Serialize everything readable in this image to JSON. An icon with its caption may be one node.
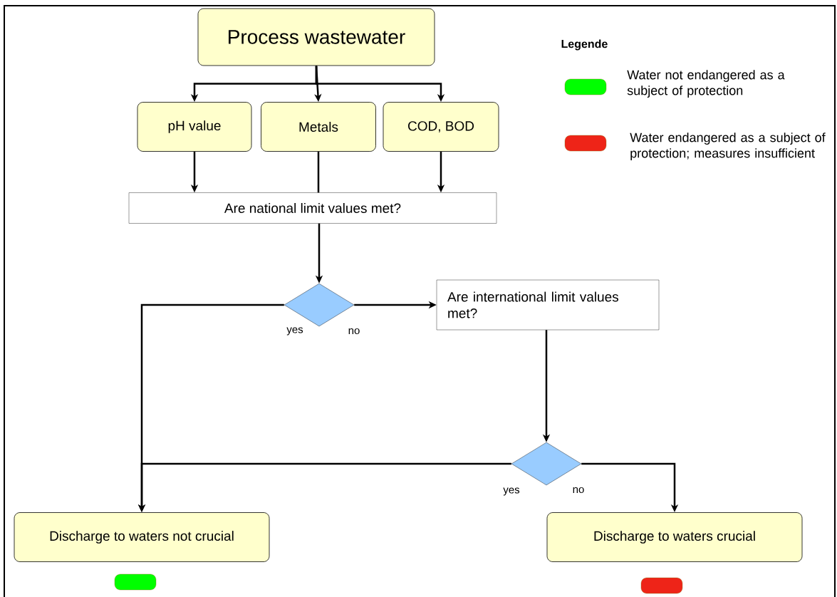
{
  "diagram": {
    "nodes": [
      {
        "text": [
          "Process wastewater"
        ]
      },
      {
        "text": [
          "pH value"
        ]
      },
      {
        "text": [
          "Metals"
        ]
      },
      {
        "text": [
          "COD, BOD"
        ]
      },
      {
        "text": [
          "Are national  limit values met?"
        ]
      },
      {
        "text": [],
        "shape": "diamond"
      },
      {
        "text": [
          "Are international limit values met?"
        ]
      },
      {
        "text": [],
        "shape": "diamond"
      },
      {
        "text": [
          "Discharge to waters not crucial"
        ]
      },
      {
        "text": [
          "Discharge to waters crucial"
        ]
      }
    ],
    "edges": [
      {
        "from": 0,
        "to": 1,
        "arrow": "to"
      },
      {
        "from": 0,
        "to": 2,
        "arrow": "to"
      },
      {
        "from": 0,
        "to": 3,
        "arrow": "to"
      },
      {
        "from": 1,
        "to": 4,
        "arrow": "to"
      },
      {
        "from": 2,
        "to": 4,
        "arrow": "none"
      },
      {
        "from": 3,
        "to": 4,
        "arrow": "to"
      },
      {
        "from": 4,
        "to": 5,
        "arrow": "to"
      },
      {
        "from": 5,
        "to": 8,
        "arrow": "to",
        "label": "yes"
      },
      {
        "from": 5,
        "to": 6,
        "arrow": "to",
        "label": "no"
      },
      {
        "from": 6,
        "to": 7,
        "arrow": "to"
      },
      {
        "from": 7,
        "to": 8,
        "arrow": "to",
        "label": "yes"
      },
      {
        "from": 7,
        "to": 9,
        "arrow": "to",
        "label": "no"
      }
    ],
    "labels": [
      "Legende"
    ],
    "legend": [
      {
        "text": "Water not endangered as a subject of protection",
        "color": "#00ff00"
      },
      {
        "text": "Water endangered as a subject of protection; measures insufficient",
        "color": "#ee2418"
      }
    ]
  }
}
